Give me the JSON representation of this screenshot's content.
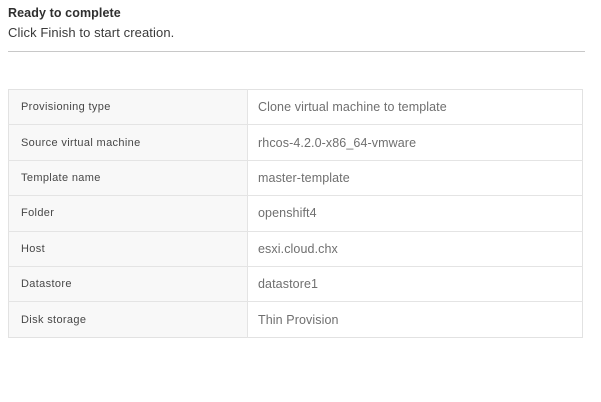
{
  "header": {
    "title": "Ready to complete",
    "subtitle": "Click Finish to start creation."
  },
  "summary": {
    "rows": [
      {
        "label": "Provisioning type",
        "value": "Clone virtual machine to template"
      },
      {
        "label": "Source virtual machine",
        "value": "rhcos-4.2.0-x86_64-vmware"
      },
      {
        "label": "Template name",
        "value": "master-template"
      },
      {
        "label": "Folder",
        "value": "openshift4"
      },
      {
        "label": "Host",
        "value": "esxi.cloud.chx"
      },
      {
        "label": "Datastore",
        "value": "datastore1"
      },
      {
        "label": "Disk storage",
        "value": "Thin Provision"
      }
    ]
  },
  "colors": {
    "label_cell_background": "#f8f8f8",
    "table_border": "#e2e2e2",
    "row_divider": "#e4e4e4",
    "header_divider": "#c8c8c8",
    "label_text": "#474747",
    "value_text": "#6f6f6f",
    "title_text": "#2f2f2f"
  }
}
